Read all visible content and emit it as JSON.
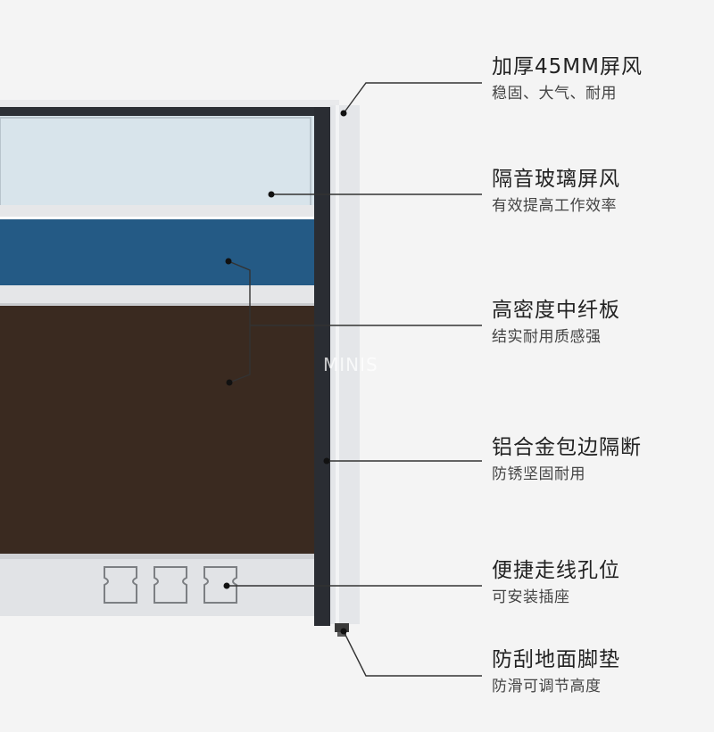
{
  "watermark": "MINIS",
  "colors": {
    "glass": "#d7e3ea",
    "blue_panel": "#245a85",
    "board": "#3b2a20",
    "frame": "#2a2d33",
    "aluminum": "#e3e5e8",
    "leader": "#333333"
  },
  "features": [
    {
      "title": "加厚45MM屏风",
      "subtitle": "稳固、大气、耐用"
    },
    {
      "title": "隔音玻璃屏风",
      "subtitle": "有效提高工作效率"
    },
    {
      "title": "高密度中纤板",
      "subtitle": "结实耐用质感强"
    },
    {
      "title": "铝合金包边隔断",
      "subtitle": "防锈坚固耐用"
    },
    {
      "title": "便捷走线孔位",
      "subtitle": "可安装插座"
    },
    {
      "title": "防刮地面脚垫",
      "subtitle": "防滑可调节高度"
    }
  ]
}
